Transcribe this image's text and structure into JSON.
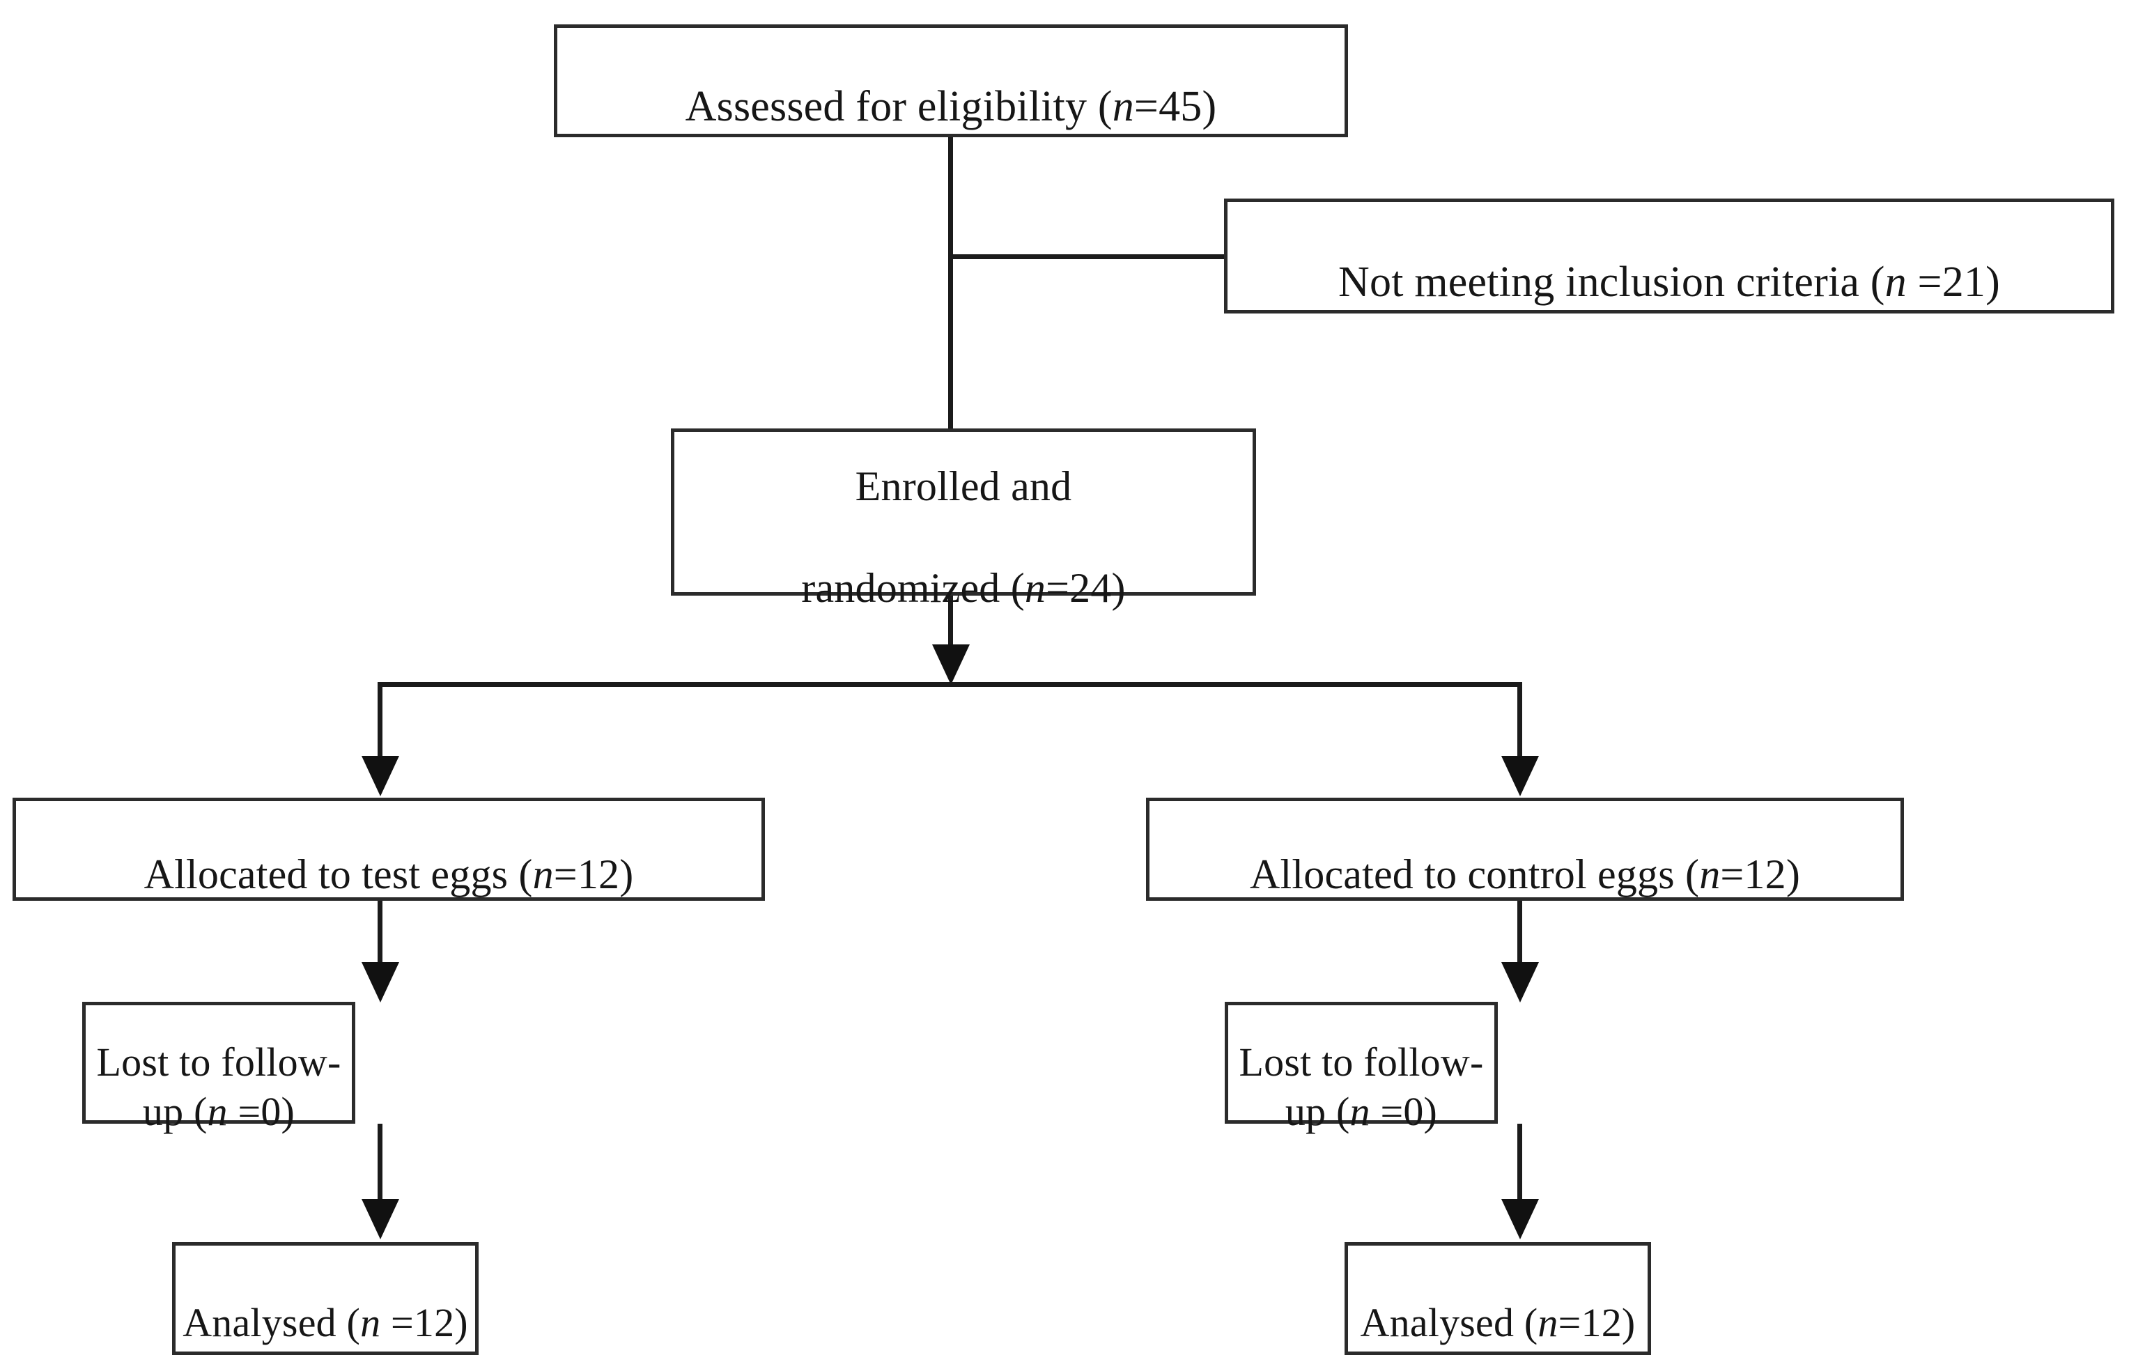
{
  "diagram": {
    "type": "consort-flow-diagram",
    "title": "CONSORT participant flow diagram",
    "background_color": "#ffffff",
    "line_color": "#1b1b1b",
    "box_border_color": "#2b2b2b",
    "text_color": "#161616"
  },
  "nodes": {
    "assessed": {
      "id": "assessed-for-eligibility",
      "label": "Assessed for eligibility (n=45)",
      "label_prefix": "Assessed for eligibility (",
      "n_symbol": "n",
      "label_suffix": "=45)",
      "n": 45,
      "stage": "enrollment"
    },
    "excluded": {
      "id": "not-meeting-inclusion-criteria",
      "label": "Not meeting inclusion criteria (n =21)",
      "label_prefix": "Not meeting inclusion criteria (",
      "n_symbol": "n",
      "label_suffix": " =21)",
      "n": 21,
      "stage": "enrollment-exclusion"
    },
    "enrolled": {
      "id": "enrolled-and-randomized",
      "label": "Enrolled and\nrandomized (n=24)",
      "line1": "Enrolled and",
      "line2_prefix": "randomized (",
      "n_symbol": "n",
      "line2_suffix": "=24)",
      "n": 24,
      "stage": "randomization"
    },
    "alloc_test": {
      "id": "allocated-to-test-eggs",
      "label": "Allocated to test eggs (n=12)",
      "label_prefix": "Allocated to test eggs (",
      "n_symbol": "n",
      "label_suffix": "=12)",
      "n": 12,
      "arm": "test",
      "stage": "allocation"
    },
    "alloc_control": {
      "id": "allocated-to-control-eggs",
      "label": "Allocated to control eggs (n=12)",
      "label_prefix": "Allocated to control eggs (",
      "n_symbol": "n",
      "label_suffix": "=12)",
      "n": 12,
      "arm": "control",
      "stage": "allocation"
    },
    "lost_test": {
      "id": "lost-to-follow-up-test",
      "label": "Lost to follow-up (n =0)",
      "label_prefix": "Lost to follow-up (",
      "n_symbol": "n",
      "label_suffix": " =0)",
      "n": 0,
      "arm": "test",
      "stage": "follow-up"
    },
    "lost_control": {
      "id": "lost-to-follow-up-control",
      "label": "Lost to follow-up (n =0)",
      "label_prefix": "Lost to follow-up (",
      "n_symbol": "n",
      "label_suffix": " =0)",
      "n": 0,
      "arm": "control",
      "stage": "follow-up"
    },
    "analysed_test": {
      "id": "analysed-test",
      "label": "Analysed (n =12)",
      "label_prefix": "Analysed (",
      "n_symbol": "n",
      "label_suffix": " =12)",
      "n": 12,
      "arm": "test",
      "stage": "analysis"
    },
    "analysed_control": {
      "id": "analysed-control",
      "label": "Analysed (n=12)",
      "label_prefix": "Analysed (",
      "n_symbol": "n",
      "label_suffix": "=12)",
      "n": 12,
      "arm": "control",
      "stage": "analysis"
    }
  },
  "edges": [
    {
      "from": "assessed",
      "to": "excluded",
      "kind": "branch-right",
      "arrow": true
    },
    {
      "from": "assessed",
      "to": "enrolled",
      "kind": "vertical",
      "arrow": false
    },
    {
      "from": "enrolled",
      "to": "alloc_test",
      "kind": "split-left",
      "arrow": true
    },
    {
      "from": "enrolled",
      "to": "alloc_control",
      "kind": "split-right",
      "arrow": true
    },
    {
      "from": "alloc_test",
      "to": "lost_test",
      "kind": "vertical",
      "arrow": true
    },
    {
      "from": "alloc_control",
      "to": "lost_control",
      "kind": "vertical",
      "arrow": true
    },
    {
      "from": "lost_test",
      "to": "analysed_test",
      "kind": "vertical",
      "arrow": true
    },
    {
      "from": "lost_control",
      "to": "analysed_control",
      "kind": "vertical",
      "arrow": true
    }
  ]
}
